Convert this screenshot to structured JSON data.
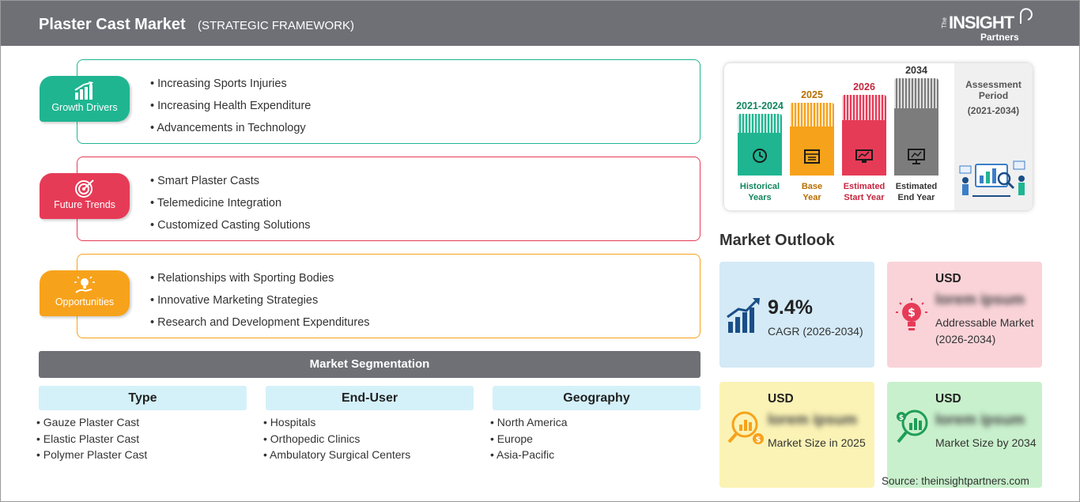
{
  "header": {
    "title": "Plaster Cast Market",
    "subtitle": "(STRATEGIC FRAMEWORK)",
    "logo_the": "The",
    "logo_insight": "INSIGHT",
    "logo_partners": "Partners"
  },
  "framework": [
    {
      "badge": "Growth Drivers",
      "color": "#1fb591",
      "icon": "bar-growth-icon",
      "items": [
        "Increasing Sports Injuries",
        "Increasing Health Expenditure",
        "Advancements in Technology"
      ]
    },
    {
      "badge": "Future Trends",
      "color": "#e63b57",
      "icon": "target-icon",
      "items": [
        "Smart Plaster Casts",
        "Telemedicine Integration",
        "Customized Casting Solutions"
      ]
    },
    {
      "badge": "Opportunities",
      "color": "#f7a21b",
      "icon": "lightbulb-hand-icon",
      "items": [
        "Relationships with Sporting Bodies",
        "Innovative Marketing Strategies",
        "Research and Development Expenditures"
      ]
    }
  ],
  "segmentation": {
    "title": "Market Segmentation",
    "columns": [
      {
        "head": "Type",
        "items": [
          "Gauze Plaster Cast",
          "Elastic Plaster Cast",
          "Polymer Plaster Cast"
        ]
      },
      {
        "head": "End-User",
        "items": [
          "Hospitals",
          "Orthopedic Clinics",
          "Ambulatory Surgical Centers"
        ]
      },
      {
        "head": "Geography",
        "items": [
          "North America",
          "Europe",
          "Asia-Pacific"
        ]
      }
    ]
  },
  "timeline": {
    "bars": [
      {
        "year": "2021-2024",
        "label1": "Historical",
        "label2": "Years",
        "color": "#1fb591",
        "year_color": "#12855f"
      },
      {
        "year": "2025",
        "label1": "Base",
        "label2": "Year",
        "color": "#f7a21b",
        "year_color": "#b86f00"
      },
      {
        "year": "2026",
        "label1": "Estimated",
        "label2": "Start Year",
        "color": "#e63b57",
        "year_color": "#c4263f"
      },
      {
        "year": "2034",
        "label1": "Estimated",
        "label2": "End Year",
        "color": "#7c7c7c",
        "year_color": "#333333"
      }
    ],
    "assessment_title": "Assessment Period",
    "assessment_range": "(2021-2034)"
  },
  "outlook": {
    "title": "Market Outlook",
    "cagr_value": "9.4%",
    "cagr_label": "CAGR (2026-2034)",
    "cards": [
      {
        "usd": "USD",
        "value": "lorem ipsum",
        "desc": "Addressable Market (2026-2034)",
        "color": "#f9d3d8"
      },
      {
        "usd": "USD",
        "value": "lorem ipsum",
        "desc": "Market Size in 2025",
        "color": "#fbf3b5"
      },
      {
        "usd": "USD",
        "value": "lorem ipsum",
        "desc": "Market Size by 2034",
        "color": "#c8f0cc"
      }
    ],
    "cagr_card_color": "#d4eaf6"
  },
  "source": "Source: theinsightpartners.com"
}
